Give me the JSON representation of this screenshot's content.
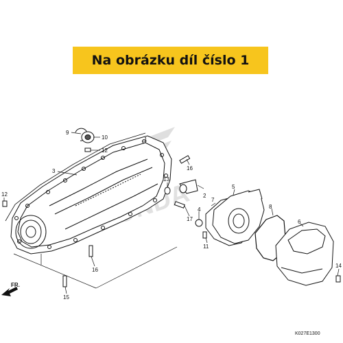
{
  "banner": {
    "text": "Na obrázku díl číslo 1"
  },
  "callouts": [
    "1",
    "2",
    "3",
    "4",
    "5",
    "6",
    "7",
    "8",
    "9",
    "10",
    "11",
    "12",
    "12",
    "13",
    "14",
    "15",
    "16",
    "16",
    "17"
  ],
  "direction_label": "FR.",
  "diagram_code": "K027E1300",
  "watermark": "HONDA",
  "colors": {
    "banner": "#f7c51d",
    "line": "#111111",
    "watermark": "#d8d8d8"
  }
}
